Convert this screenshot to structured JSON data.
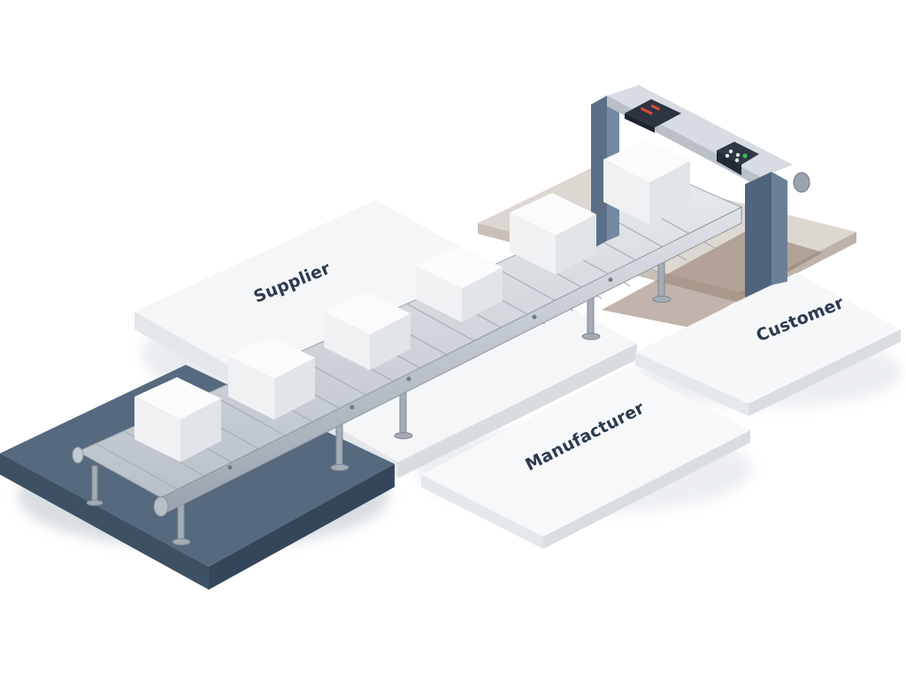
{
  "scene": {
    "platforms": {
      "supplier": "Supplier",
      "manufacturer": "Manufacturer",
      "customer": "Customer"
    },
    "colors": {
      "background": "#ffffff",
      "supplier_platform": "#f3f4f6",
      "origin_platform": "#4d6480",
      "customer_platform_back": "#a28d7e",
      "label_text": "#2b3a4e",
      "conveyor_metal": "#c9cfd6",
      "scanner_frame": "#5a6f86"
    },
    "icons": [
      "conveyor-belt-icon",
      "cardboard-box-icon",
      "scanner-gate-icon",
      "control-panel-icon",
      "digital-display-icon"
    ]
  }
}
